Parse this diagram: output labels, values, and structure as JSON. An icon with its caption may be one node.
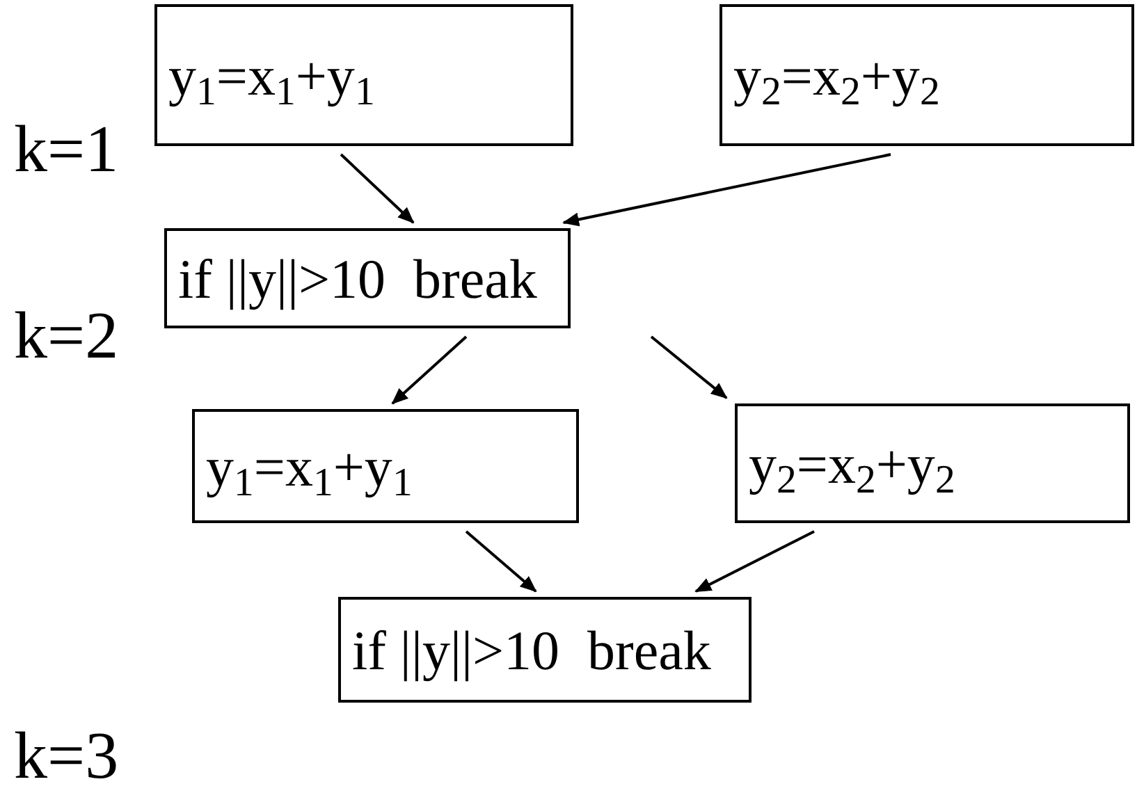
{
  "diagram": {
    "nodes": [
      {
        "text": [
          "y$_{1}$=x$_{1}$+y$_{1}$"
        ]
      },
      {
        "text": [
          "y$_{2}$=x$_{2}$+y$_{2}$"
        ]
      },
      {
        "text": [
          "if ||y||>10  break"
        ]
      },
      {
        "text": [
          "y$_{1}$=x$_{1}$+y$_{1}$"
        ]
      },
      {
        "text": [
          "y$_{2}$=x$_{2}$+y$_{2}$"
        ]
      },
      {
        "text": [
          "if ||y||>10  break"
        ]
      }
    ],
    "edges": [
      {
        "from": 0,
        "to": 2,
        "arrow": "to"
      },
      {
        "from": 1,
        "to": 2,
        "arrow": "to"
      },
      {
        "from": 2,
        "to": 3,
        "arrow": "to"
      },
      {
        "from": 2,
        "to": 4,
        "arrow": "to"
      },
      {
        "from": 3,
        "to": 5,
        "arrow": "to"
      },
      {
        "from": 4,
        "to": 5,
        "arrow": "to"
      }
    ],
    "labels": [
      "k=1",
      "k=2",
      "k=3"
    ]
  }
}
